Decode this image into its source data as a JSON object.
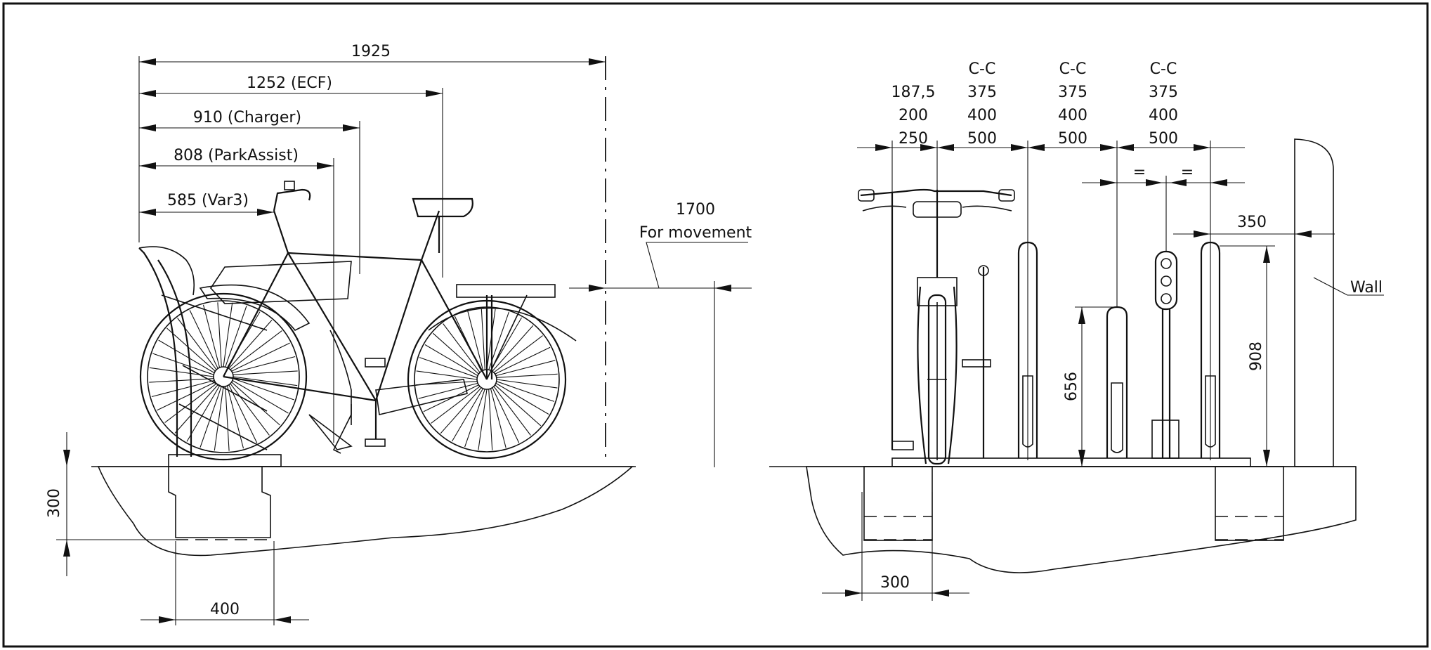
{
  "side_view": {
    "dim_total": "1925",
    "dim_ecf": "1252 (ECF)",
    "dim_charger": "910 (Charger)",
    "dim_parkassist": "808 (ParkAssist)",
    "dim_var3": "585 (Var3)",
    "dim_movement_value": "1700",
    "dim_movement_label": "For movement",
    "dim_depth": "300",
    "dim_width": "400"
  },
  "front_view": {
    "cc_label_1": "C-C",
    "cc_label_2": "C-C",
    "cc_label_3": "C-C",
    "first_spacing": [
      "187,5",
      "200",
      "250"
    ],
    "spacing_1": [
      "375",
      "400",
      "500"
    ],
    "spacing_2": [
      "375",
      "400",
      "500"
    ],
    "spacing_3": [
      "375",
      "400",
      "500"
    ],
    "equal_left": "=",
    "equal_right": "=",
    "dim_wall_offset": "350",
    "dim_low_height": "656",
    "dim_high_height": "908",
    "dim_footing": "300",
    "wall_label": "Wall"
  }
}
